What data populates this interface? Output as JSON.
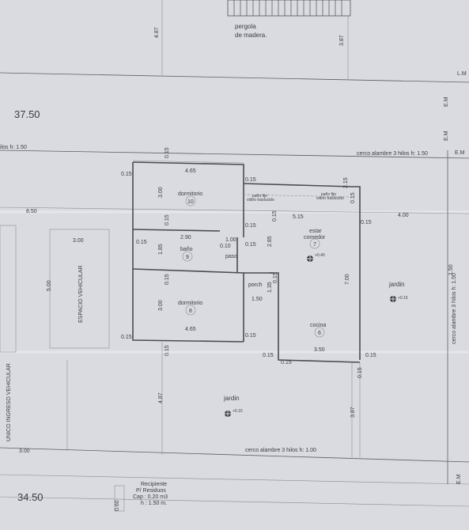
{
  "labels": {
    "pergola": "pergola",
    "de_madera": "de madera.",
    "lm": "L.M",
    "em_top": "E.M",
    "em_mid": "E.M",
    "em_right": "E.M",
    "em_bottom": "E.M",
    "dim_37_50": "37.50",
    "dim_34_50": "34.50",
    "cerco_left": "ilos h: 1.50",
    "cerco_top": "cerco alambre 3 hilos h: 1.50",
    "cerco_right": "cerco alambre 3 hilos h: 1.50",
    "cerco_bottom": "cerco alambre 3 hilos h: 1.00",
    "espacio_vehicular": "ESPACIO VEHICULAR",
    "unico_ingreso": "UNICO INGRESO VEHICULAR",
    "dormitorio_10": "dormitorio",
    "num_10": "10",
    "bano": "baño",
    "num_9": "9",
    "paso": "paso",
    "dormitorio_8": "dormitorio",
    "num_8": "8",
    "porch": "porch",
    "estar": "estar",
    "comedor": "comedor",
    "num_7": "7",
    "cocina": "cocina",
    "num_6": "6",
    "jardin_right": "jardin",
    "jardin_bottom": "jardin",
    "level_040": "+0.40",
    "level_015a": "+0.15",
    "level_015b": "+0.15",
    "pano_1a": "paño fijo",
    "pano_1b": "vidrio traslucido",
    "pano_2a": "paño fijo",
    "pano_2b": "vidrio traslucido",
    "recipiente_1": "Recipiente",
    "recipiente_2": "P/ Residuos",
    "recipiente_3": "Cap : 0.20 m3",
    "recipiente_4": "h : 1.50 m."
  },
  "dims": {
    "d487_top": "4.87",
    "d387_top": "3.87",
    "d015_a": "0.15",
    "d015_b": "0.15",
    "d465_top": "4.65",
    "d015_c": "0.15",
    "d300_top": "3.00",
    "d215": "2.15",
    "d015_d": "0.15",
    "d015_e": "0.15",
    "d850": "8.50",
    "d515": "5.15",
    "d400": "4.00",
    "d015_f": "0.15",
    "d015_g": "0.15",
    "d015_h": "0.15",
    "d300_esp": "3.00",
    "d015_i": "0.15",
    "d290": "2.90",
    "d100": "1.00",
    "d185": "1.85",
    "d010": "0.10",
    "d015_j": "0.15",
    "d285": "2.85",
    "d500": "5.00",
    "d150_rt": "1.50",
    "d700": "7.00",
    "d015_k": "0.15",
    "d135": "1.35",
    "d015_l": "0.15",
    "d150": "1.50",
    "d300_dorm8": "3.00",
    "d465_bot": "4.65",
    "d015_m": "0.15",
    "d015_n": "0.15",
    "d350": "3.50",
    "d015_o": "0.15",
    "d015_p": "0.15",
    "d015_q": "0.15",
    "d015_r": "0.15",
    "d015_s": "0.15",
    "d487_bot": "4.87",
    "d387_bot": "3.87",
    "d300_bot": "3.00",
    "d060": "0.60"
  },
  "colors": {
    "paper": "#d9dbe0",
    "ink": "#3a3d44",
    "walls": "#4a4c52",
    "pergola": "#4d5057"
  }
}
